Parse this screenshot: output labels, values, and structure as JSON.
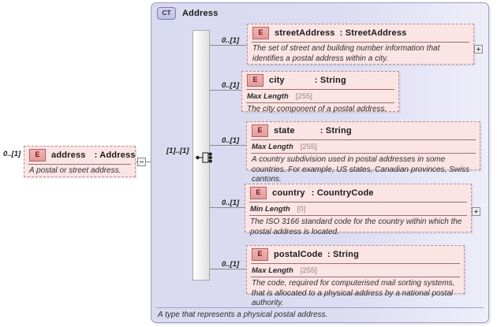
{
  "root_element": {
    "icon": "E",
    "icon_name": "element-icon",
    "name": "address",
    "type": ": Address",
    "doc": "A postal or street address.",
    "cardinality": "0..[1]"
  },
  "container": {
    "icon": "CT",
    "icon_name": "complex-type-icon",
    "title": "Address",
    "footer_doc": "A type that represents a physical postal address.",
    "inner_cardinality": "[1]..[1]",
    "compositor": "sequence"
  },
  "children": [
    {
      "icon": "E",
      "name": "streetAddress",
      "type": ": StreetAddress",
      "cardinality": "0..[1]",
      "facet_key": "",
      "facet_val": "",
      "doc": "The set of street and building number information that identifies a postal address within a city.",
      "has_expand": true
    },
    {
      "icon": "E",
      "name": "city",
      "type": ": String",
      "cardinality": "0..[1]",
      "facet_key": "Max Length",
      "facet_val": "[255]",
      "doc": "The city component of a postal address.",
      "has_expand": false
    },
    {
      "icon": "E",
      "name": "state",
      "type": ": String",
      "cardinality": "0..[1]",
      "facet_key": "Max Length",
      "facet_val": "[255]",
      "doc": "A country subdivision used in postal addresses in some countries. For example, US states, Canadian provinces, Swiss cantons.",
      "has_expand": false
    },
    {
      "icon": "E",
      "name": "country",
      "type": ": CountryCode",
      "cardinality": "0..[1]",
      "facet_key": "Min Length",
      "facet_val": "[0]",
      "doc": "The ISO 3166 standard code for the country within which the postal address is located.",
      "has_expand": true
    },
    {
      "icon": "E",
      "name": "postalCode",
      "type": ": String",
      "cardinality": "0..[1]",
      "facet_key": "Max Length",
      "facet_val": "[255]",
      "doc": "The code, required for computerised mail sorting systems, that is allocated to a physical address by a national postal authority.",
      "has_expand": false
    }
  ],
  "colors": {
    "element_fill": "#fbe4e4",
    "element_border": "#b58f8f",
    "container_fill": "#dcdcf2",
    "container_border": "#9a9ac4",
    "icon_pink": "#f0a8a8",
    "icon_blue": "#c8c8e8"
  }
}
